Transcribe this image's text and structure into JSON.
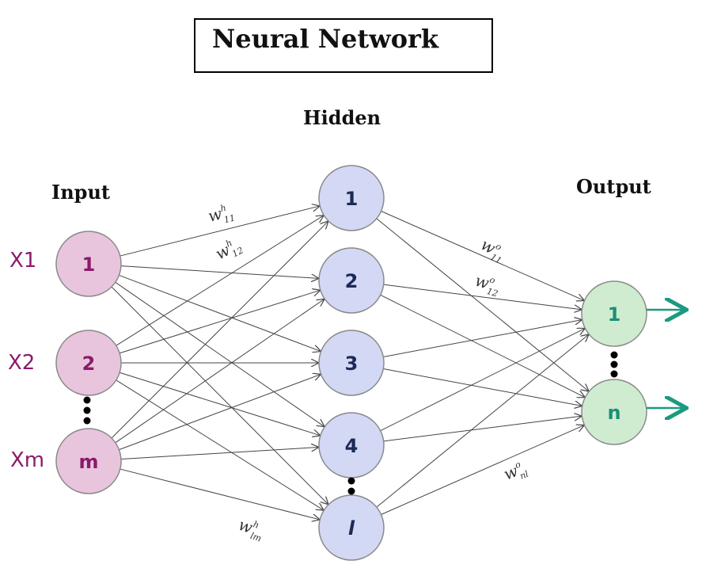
{
  "title": "Neural Network",
  "layers": {
    "input": {
      "label": "Input",
      "nodes": [
        "1",
        "2",
        "m"
      ],
      "row_labels": [
        "X1",
        "X2",
        "Xm"
      ],
      "fill": "#e8c5dd",
      "text_color": "#8b1a6b"
    },
    "hidden": {
      "label": "Hidden",
      "nodes": [
        "1",
        "2",
        "3",
        "4",
        "l"
      ],
      "fill": "#d3d8f4",
      "text_color": "#1c2a56"
    },
    "output": {
      "label": "Output",
      "nodes": [
        "1",
        "n"
      ],
      "fill": "#d0ecd0",
      "text_color": "#1b8f78"
    }
  },
  "weights": {
    "w_h_11": {
      "base": "w",
      "sup": "h",
      "sub": "11"
    },
    "w_h_12": {
      "base": "w",
      "sup": "h",
      "sub": "12"
    },
    "w_h_lm": {
      "base": "w",
      "sup": "h",
      "sub": "lm"
    },
    "w_o_11": {
      "base": "w",
      "sup": "o",
      "sub": "11"
    },
    "w_o_12": {
      "base": "w",
      "sup": "o",
      "sub": "12"
    },
    "w_o_nl": {
      "base": "w",
      "sup": "o",
      "sub": "nl"
    }
  },
  "colors": {
    "edge": "#444444",
    "node_border": "#8a8a8a",
    "output_arrow": "#1b9a80"
  }
}
